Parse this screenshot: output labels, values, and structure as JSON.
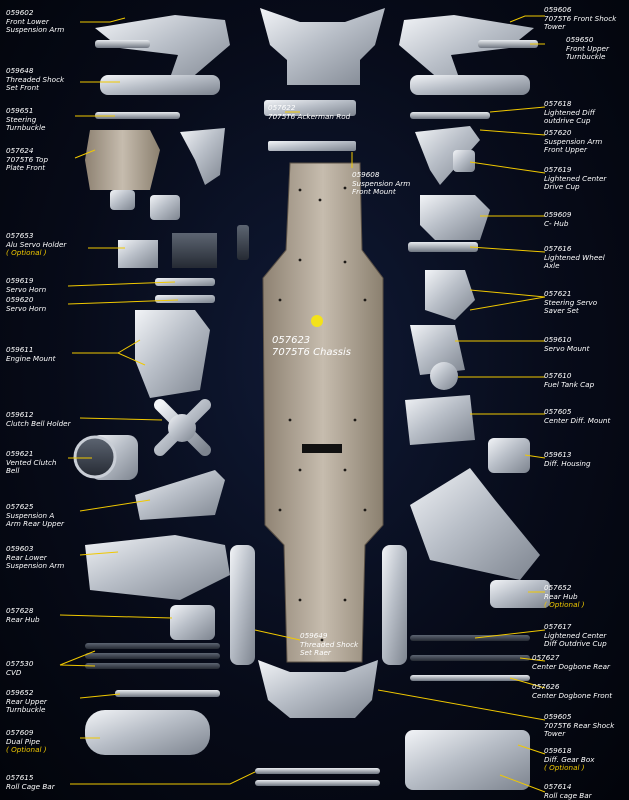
{
  "labels": {
    "l01": {
      "code": "059602",
      "name": "Front Lower",
      "name2": "Suspension Arm"
    },
    "l02": {
      "code": "059648",
      "name": "Threaded Shock",
      "name2": "Set Front"
    },
    "l03": {
      "code": "059651",
      "name": "Steering",
      "name2": "Turnbuckle"
    },
    "l04": {
      "code": "057624",
      "name": "7075T6 Top",
      "name2": "Plate Front"
    },
    "l05": {
      "code": "057653",
      "name": "Alu Servo Holder",
      "option": "( Optional )"
    },
    "l06": {
      "code": "059619",
      "name": "Servo Horn"
    },
    "l07": {
      "code": "059620",
      "name": "Servo Horn"
    },
    "l08": {
      "code": "059611",
      "name": "Engine Mount"
    },
    "l09": {
      "code": "059612",
      "name": "Clutch Bell Holder"
    },
    "l10": {
      "code": "059621",
      "name": "Vented Clutch",
      "name2": "Bell"
    },
    "l11": {
      "code": "057625",
      "name": "Suspension A",
      "name2": "Arm Rear Upper"
    },
    "l12": {
      "code": "059603",
      "name": "Rear Lower",
      "name2": "Suspension Arm"
    },
    "l13": {
      "code": "057628",
      "name": "Rear Hub"
    },
    "l14": {
      "code": "057530",
      "name": "CVD"
    },
    "l15": {
      "code": "059652",
      "name": "Rear Upper",
      "name2": "Turnbuckle"
    },
    "l16": {
      "code": "057609",
      "name": "Dual Pipe",
      "option": "( Optional )"
    },
    "l17": {
      "code": "057615",
      "name": "Roll Cage Bar"
    },
    "r01": {
      "code": "059606",
      "name": "7075T6 Front Shock",
      "name2": "Tower"
    },
    "r02": {
      "code": "059650",
      "name": "Front Upper",
      "name2": "Turnbuckle"
    },
    "r03": {
      "code": "057618",
      "name": "Lightened Diff",
      "name2": "outdrive Cup"
    },
    "r04": {
      "code": "057620",
      "name": "Suspension Arm",
      "name2": "Front Upper"
    },
    "r05": {
      "code": "057619",
      "name": "Lightened Center",
      "name2": "Drive Cup"
    },
    "r06": {
      "code": "059609",
      "name": "C- Hub"
    },
    "r07": {
      "code": "057616",
      "name": "Lightened Wheel",
      "name2": "Axle"
    },
    "r08": {
      "code": "057621",
      "name": "Steering Servo",
      "name2": "Saver Set"
    },
    "r09": {
      "code": "059610",
      "name": "Servo Mount"
    },
    "r10": {
      "code": "057610",
      "name": "Fuel Tank Cap"
    },
    "r11": {
      "code": "057605",
      "name": "Center Diff. Mount"
    },
    "r12": {
      "code": "059613",
      "name": "Diff. Housing"
    },
    "r13": {
      "code": "057652",
      "name": "Rear Hub",
      "option": "( Optional )"
    },
    "r14": {
      "code": "057617",
      "name": "Lightened Center",
      "name2": "Diff Outdrive Cup"
    },
    "r15": {
      "code": "057627",
      "name": "Center Dogbone Rear"
    },
    "r16": {
      "code": "057626",
      "name": "Center Dogbone Front"
    },
    "r17": {
      "code": "059605",
      "name": "7075T6 Rear Shock",
      "name2": "Tower"
    },
    "r18": {
      "code": "059618",
      "name": "Diff. Gear Box",
      "option": "( Optional )"
    },
    "r19": {
      "code": "057614",
      "name": "Roll cage Bar"
    },
    "c01": {
      "code": "057622",
      "name": "7075T6 Ackerman Rod"
    },
    "c02": {
      "code": "059608",
      "name": "Suspension Arm",
      "name2": "Front Mount"
    },
    "c03": {
      "code": "059649",
      "name": "Threaded Shock",
      "name2": "Set Raer"
    }
  },
  "chassis": {
    "code": "057623",
    "name": "7075T6 Chassis"
  },
  "colors": {
    "leader_line": "#f0c800",
    "callout_dot": "#f3e21a",
    "metal": "#c9ced6",
    "background": "#070b19"
  }
}
